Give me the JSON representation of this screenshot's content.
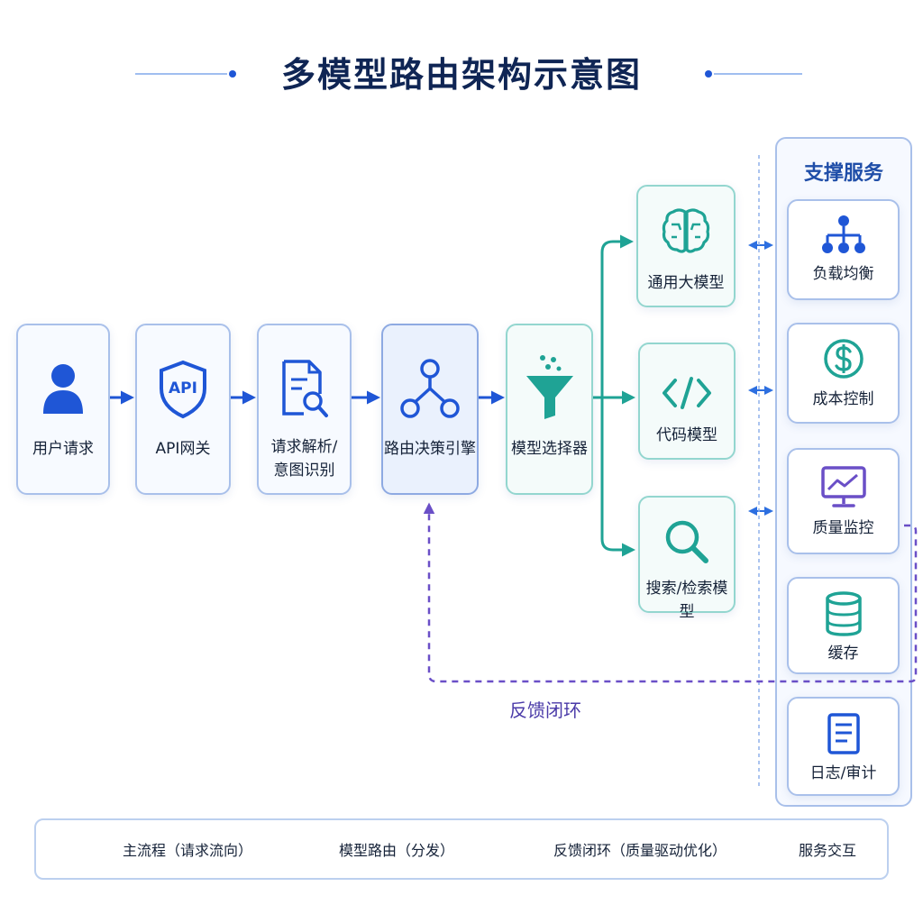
{
  "title": "多模型路由架构示意图",
  "main_flow": [
    {
      "label": "用户请求",
      "icon": "user-icon"
    },
    {
      "label": "API网关",
      "icon": "api-shield-icon",
      "icon_text": "API"
    },
    {
      "label_lines": [
        "请求解析/",
        "意图识别"
      ],
      "icon": "document-search-icon"
    },
    {
      "label": "路由决策引擎",
      "icon": "routing-nodes-icon"
    },
    {
      "label": "模型选择器",
      "icon": "funnel-icon"
    }
  ],
  "models": [
    {
      "label": "通用大模型",
      "icon": "brain-icon"
    },
    {
      "label": "代码模型",
      "icon": "code-icon"
    },
    {
      "label": "搜索/检索模型",
      "icon": "search-icon"
    }
  ],
  "support": {
    "title": "支撑服务",
    "items": [
      {
        "label": "负载均衡",
        "icon": "hierarchy-icon"
      },
      {
        "label": "成本控制",
        "icon": "dollar-coin-icon"
      },
      {
        "label": "质量监控",
        "icon": "monitor-chart-icon"
      },
      {
        "label": "缓存",
        "icon": "database-icon"
      },
      {
        "label": "日志/审计",
        "icon": "log-document-icon"
      }
    ]
  },
  "feedback_label": "反馈闭环",
  "legend": [
    {
      "label": "主流程（请求流向）"
    },
    {
      "label": "模型路由（分发）"
    },
    {
      "label": "反馈闭环（质量驱动优化）"
    },
    {
      "label": "服务交互"
    }
  ],
  "colors": {
    "main_flow": "#1f56d6",
    "model_route": "#1fa395",
    "feedback": "#6a4fc7",
    "service": "#2d6fe0",
    "title": "#0f2554"
  }
}
